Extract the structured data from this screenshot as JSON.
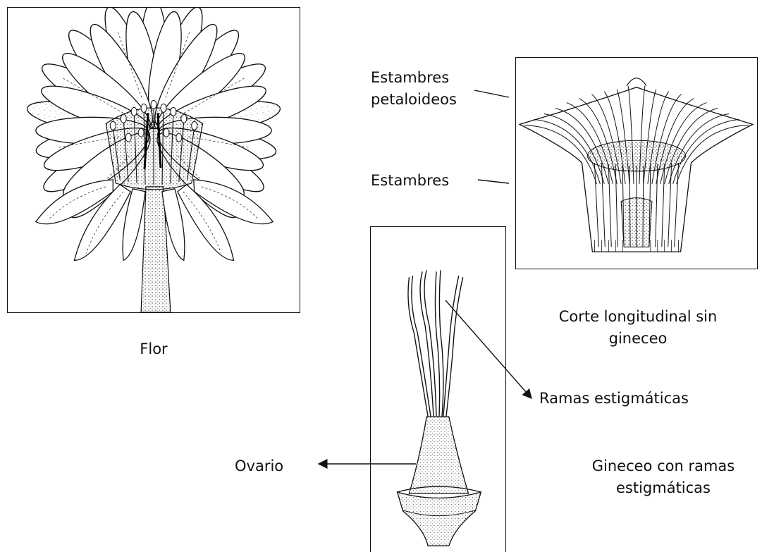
{
  "panels": {
    "flower": {
      "caption": "Flor"
    },
    "section": {
      "caption_line1": "Corte longitudinal sin",
      "caption_line2": "gineceo"
    },
    "gynoecium": {
      "caption_line1": "Gineceo con ramas",
      "caption_line2": "estigmáticas"
    }
  },
  "labels": {
    "petaloid_stamens_line1": "Estambres",
    "petaloid_stamens_line2": "petaloideos",
    "stamens": "Estambres",
    "stigmatic_branches": "Ramas estigmáticas",
    "ovary": "Ovario"
  },
  "colors": {
    "ink": "#111111",
    "background": "#ffffff"
  }
}
